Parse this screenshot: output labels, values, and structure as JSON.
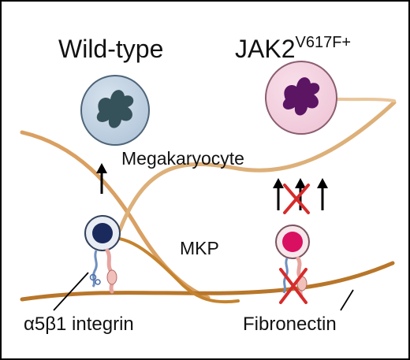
{
  "labels": {
    "wild_type": "Wild-type",
    "jak2_base": "JAK2",
    "jak2_sup": "V617F+",
    "megakaryocyte": "Megakaryocyte",
    "mkp": "MKP",
    "integrin": "α5β1 integrin",
    "fibronectin": "Fibronectin"
  },
  "colors": {
    "fiber": "#c4832e",
    "fiber_light": "#efc48e",
    "wt_cell_fill": "#b3c7da",
    "wt_nucleus": "#35525a",
    "jak_cell_fill": "#f0c7d8",
    "jak_nucleus": "#5b1563",
    "wt_mkp_nucleus": "#1a2a5c",
    "jak_mkp_nucleus": "#d90f62",
    "cross": "#d62b2b",
    "integrin_alpha": "#6f8fc0",
    "integrin_beta": "#e7a5a0"
  }
}
